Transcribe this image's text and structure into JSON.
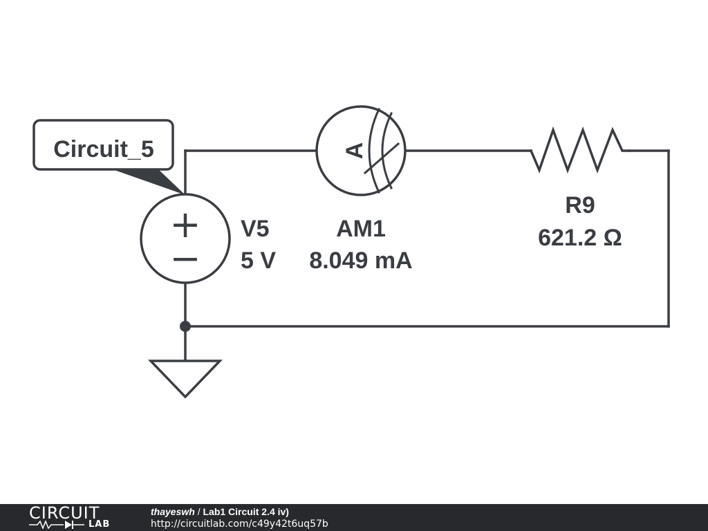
{
  "circuit": {
    "tag_label": "Circuit_5",
    "source": {
      "name": "V5",
      "value": "5 V",
      "plus_symbol": "+",
      "minus_symbol": "−"
    },
    "ammeter": {
      "name": "AM1",
      "value": "8.049 mA",
      "symbol": "A"
    },
    "resistor": {
      "name": "R9",
      "value": "621.2 Ω"
    }
  },
  "footer": {
    "logo_top": "CIRCUIT",
    "logo_bottom": "LAB",
    "author": "thayeswh",
    "separator": " / ",
    "title": "Lab1 Circuit 2.4 iv)",
    "url": "http://circuitlab.com/c49y42t6uq57b"
  },
  "colors": {
    "ink": "#3a3d42",
    "footer_bg": "#27292c",
    "background": "#ffffff"
  }
}
